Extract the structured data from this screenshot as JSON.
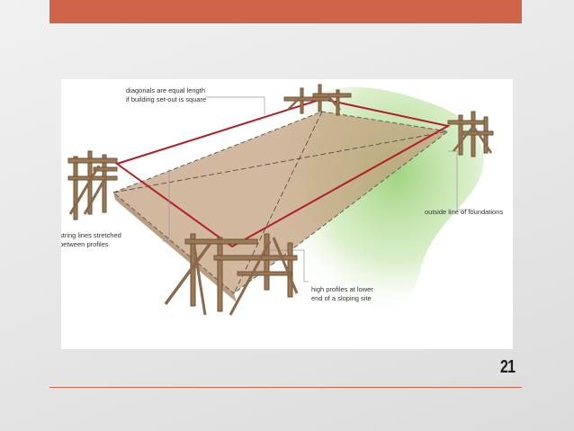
{
  "slide": {
    "page_number": "21",
    "accent_color": "#d06448"
  },
  "diagram": {
    "labels": {
      "diagonals_line1": "diagonals are equal length",
      "diagonals_line2": "if building set-out is square",
      "outside": "outside line of foundations",
      "string_line1": "string lines stretched",
      "string_line2": "between profiles",
      "high_line1": "high profiles at lower",
      "high_line2": "end of a sloping site"
    },
    "colors": {
      "string_line": "#b0202c",
      "timber": "#8a6a4a",
      "ground": "#b89474",
      "grass": "#9fd27c"
    }
  }
}
